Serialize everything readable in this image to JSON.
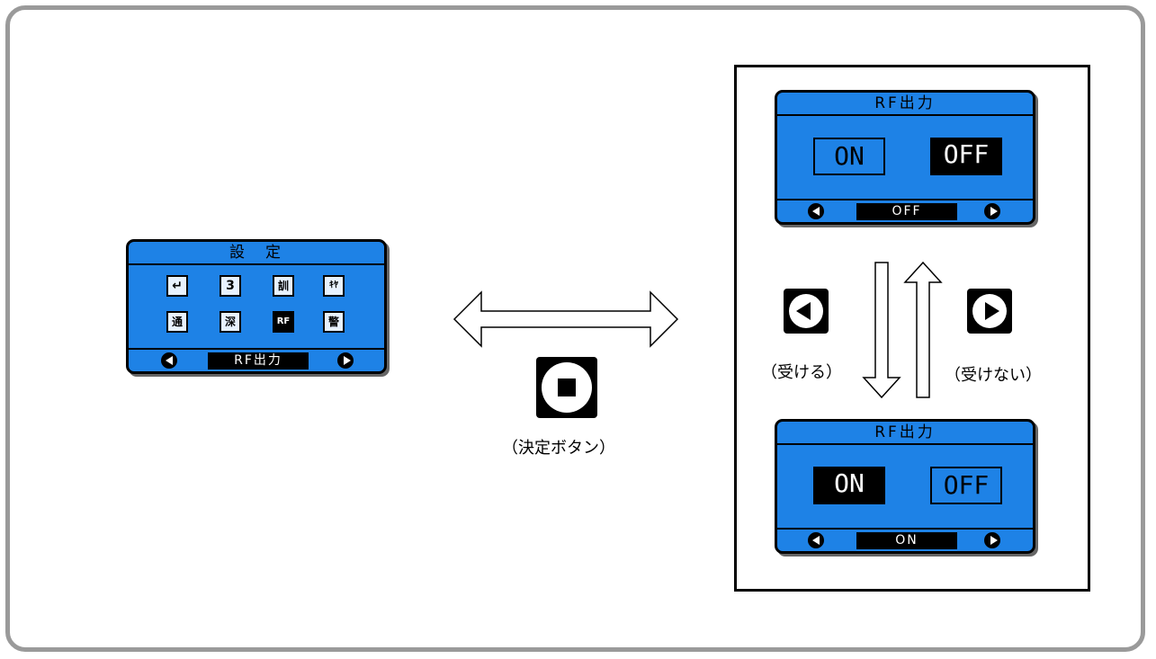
{
  "settings_screen": {
    "title": "設　定",
    "icons": [
      "↵",
      "3",
      "訓",
      "ｷﾔ",
      "通",
      "深",
      "RF",
      "警"
    ],
    "footer_label": "RF出力"
  },
  "decide_button": {
    "caption": "（決定ボタン）"
  },
  "rf_screen_top": {
    "title": "RF出力",
    "option_on": "ON",
    "option_off": "OFF",
    "footer_label": "OFF"
  },
  "rf_screen_bottom": {
    "title": "RF出力",
    "option_on": "ON",
    "option_off": "OFF",
    "footer_label": "ON"
  },
  "left_button": {
    "caption": "（受ける）"
  },
  "right_button": {
    "caption": "（受けない）"
  }
}
